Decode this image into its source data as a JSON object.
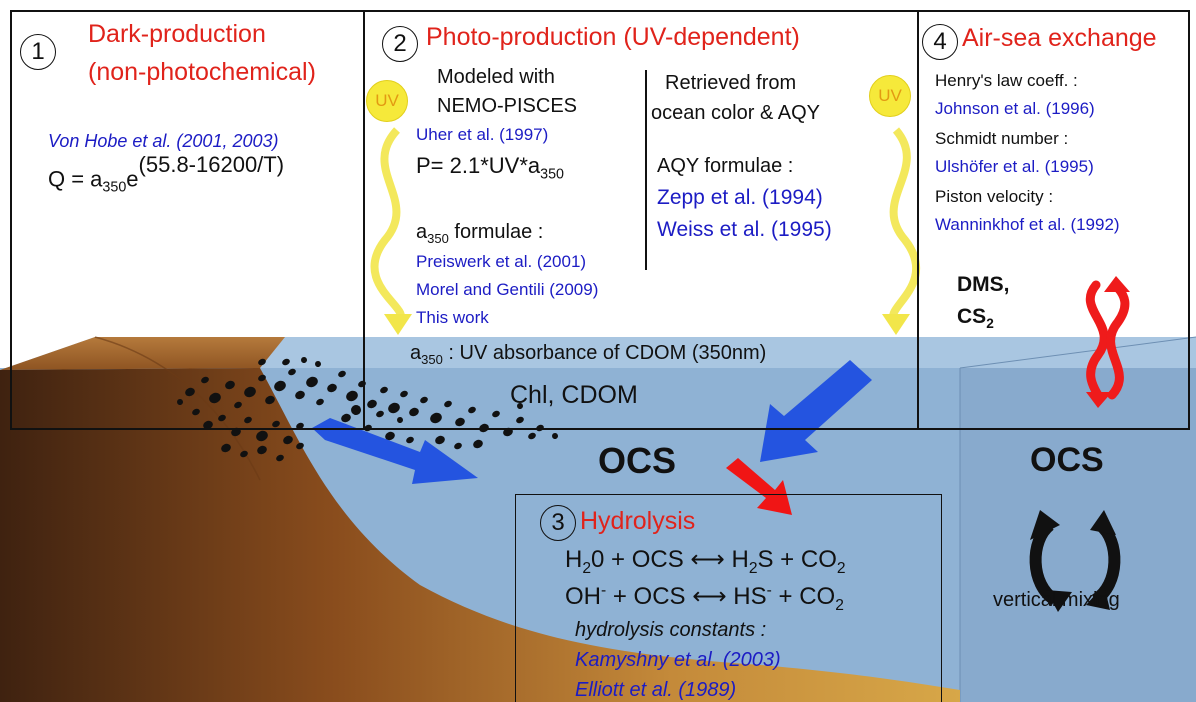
{
  "panel1": {
    "number": "1",
    "title_line1": "Dark-production",
    "title_line2": "(non-photochemical)",
    "reference": "Von Hobe et al. (2001, 2003)",
    "formula_lhs": "Q = a",
    "formula_sub": "350",
    "formula_e": "e",
    "formula_exp": "(55.8-16200/T)"
  },
  "panel2": {
    "number": "2",
    "title": "Photo-production (UV-dependent)",
    "uv_label": "UV",
    "left_heading_line1": "Modeled with",
    "left_heading_line2": "NEMO-PISCES",
    "left_reference": "Uher et al. (1997)",
    "formula_main": "P= 2.1*UV*a",
    "formula_sub": "350",
    "a350_prefix": "a",
    "a350_sub": "350",
    "a350_suffix": " formulae :",
    "a350_refs": [
      "Preiswerk et al. (2001)",
      "Morel and Gentili (2009)",
      "This work"
    ],
    "right_heading_line1": "Retrieved from",
    "right_heading_line2": "ocean color & AQY",
    "aqy_heading": "AQY formulae :",
    "aqy_refs": [
      "Zepp et al. (1994)",
      "Weiss et al. (1995)"
    ],
    "a350_def_prefix": "a",
    "a350_def_sub": "350",
    "a350_def_suffix": " : UV absorbance of CDOM (350nm)",
    "chl_cdom": "Chl, CDOM"
  },
  "panel3": {
    "number": "3",
    "title": "Hydrolysis",
    "eq1": {
      "p1": "H",
      "s1": "2",
      "p2": "0 + OCS ",
      "arrow": "⟷",
      "p3": " H",
      "s2": "2",
      "p4": "S + CO",
      "s3": "2"
    },
    "eq2": {
      "p1": "OH",
      "sup1": "-",
      "p2": " + OCS ",
      "arrow": "⟷",
      "p3": " HS",
      "sup2": "-",
      "p4": " + CO",
      "s1": "2"
    },
    "constants_label": "hydrolysis constants :",
    "refs": [
      "Kamyshny et al. (2003)",
      "Elliott et al. (1989)"
    ]
  },
  "panel4": {
    "number": "4",
    "title": "Air-sea exchange",
    "items": [
      {
        "label": "Henry's law coeff. :",
        "ref": "Johnson et al. (1996)"
      },
      {
        "label": "Schmidt number  :",
        "ref": "Ulshöfer et al. (1995)"
      },
      {
        "label": "Piston velocity :",
        "ref": "Wanninkhof et al. (1992)"
      }
    ],
    "gas1": "DMS,",
    "gas2_prefix": "CS",
    "gas2_sub": "2"
  },
  "ocean": {
    "ocs_center": "OCS",
    "ocs_right": "OCS",
    "vertical_mixing": "vertical mixing"
  },
  "colors": {
    "title_red": "#e0231b",
    "reference_blue": "#1c1cc4",
    "water": "#8fb4d6",
    "sediment": "#9a5a22",
    "flux_arrow_blue": "#1f4fe0",
    "uv_sun": "#f6e93a"
  }
}
